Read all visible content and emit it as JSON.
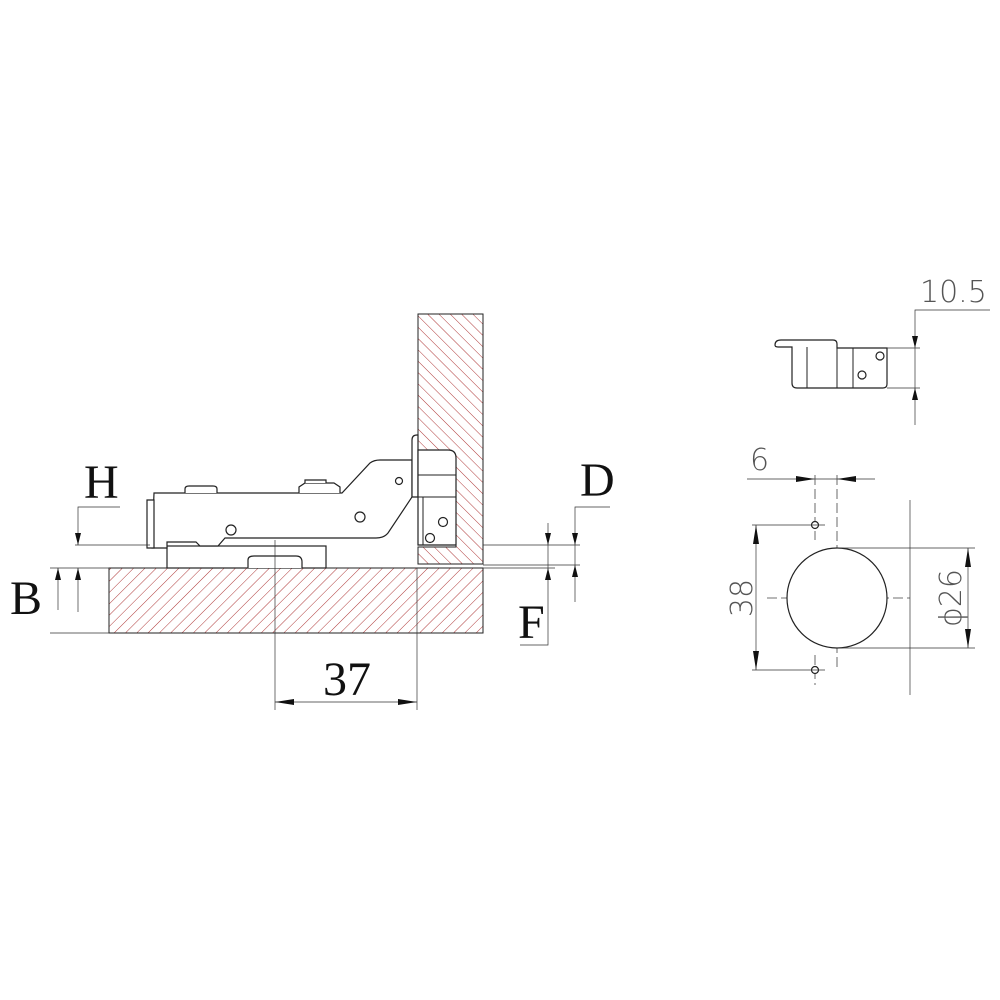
{
  "diagram": {
    "colors": {
      "hatch": "#b03a3a",
      "line": "#222222"
    },
    "side_view_labels": {
      "H": "H",
      "B": "B",
      "D": "D",
      "F": "F",
      "boring_distance": "37"
    },
    "plate_view_labels": {
      "plate_height": "10.5"
    },
    "drilling_labels": {
      "offset": "6",
      "hole_spacing": "38",
      "cup_diameter": "ϕ26"
    }
  }
}
